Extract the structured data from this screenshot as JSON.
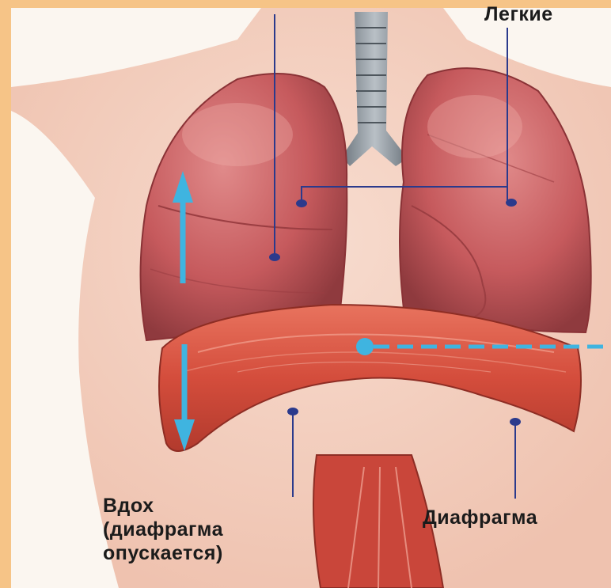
{
  "labels": {
    "lungs": "Легкие",
    "diaphragm": "Диафрагма",
    "inhale_line1": "Вдох",
    "inhale_line2": "(диафрагма",
    "inhale_line3": "опускается)"
  },
  "colors": {
    "border": "#f6c487",
    "background": "#fbf6f0",
    "skin": "#f5d4c4",
    "lung": "#c9575a",
    "diaphragm": "#d8503f",
    "trachea": "#9aa3ab",
    "arrow": "#3fb4e0",
    "pointer": "#2b3a8c"
  }
}
